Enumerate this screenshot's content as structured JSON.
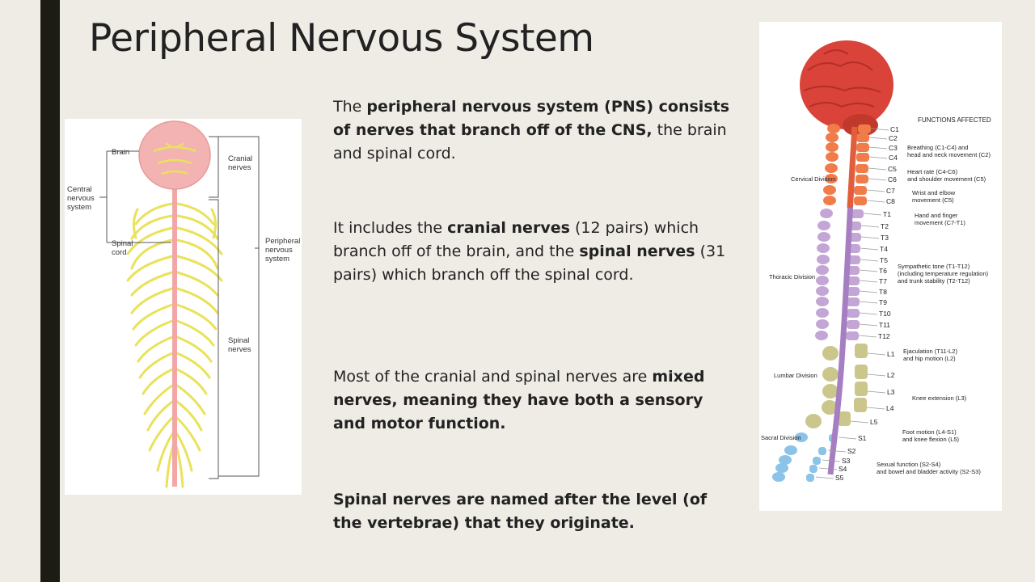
{
  "title": "Peripheral Nervous System",
  "paragraphs": {
    "p1": {
      "a": "The ",
      "b": "peripheral nervous system",
      "c": " (PNS) ",
      "d": "consists of nerves that branch off of the CNS,",
      "e": " the brain and spinal cord."
    },
    "p2": {
      "a": "It includes the ",
      "b": "cranial nerves",
      "c": " (12 pairs) which branch off of the brain, and the ",
      "d": "spinal nerves",
      "e": " (31 pairs) which branch off the spinal cord."
    },
    "p3": {
      "a": "Most of the cranial and spinal nerves are ",
      "b": "mixed nerves, meaning they have both a sensory and motor function."
    },
    "p4": {
      "a": "Spinal nerves are named after the level (of the vertebrae) that they originate."
    }
  },
  "left_diagram": {
    "labels": {
      "brain": "Brain",
      "central_1": "Central",
      "central_2": "nervous",
      "central_3": "system",
      "spinal_cord_1": "Spinal",
      "spinal_cord_2": "cord",
      "cranial_1": "Cranial",
      "cranial_2": "nerves",
      "peripheral_1": "Peripheral",
      "peripheral_2": "nervous",
      "peripheral_3": "system",
      "spinal_nerves_1": "Spinal",
      "spinal_nerves_2": "nerves"
    }
  },
  "right_diagram": {
    "header": "FUNCTIONS AFFECTED",
    "divisions": {
      "cervical": "Cervical Division",
      "thoracic": "Thoracic Division",
      "lumbar": "Lumbar Division",
      "sacral": "Sacral Division"
    },
    "levels": [
      "C1",
      "C2",
      "C3",
      "C4",
      "C5",
      "C6",
      "C7",
      "C8",
      "T1",
      "T2",
      "T3",
      "T4",
      "T5",
      "T6",
      "T7",
      "T8",
      "T9",
      "T10",
      "T11",
      "T12",
      "L1",
      "L2",
      "L3",
      "L4",
      "L5",
      "S1",
      "S2",
      "S3",
      "S4",
      "S5"
    ],
    "functions": {
      "f1a": "Breathing (C1-C4) and",
      "f1b": "head and neck movement (C2)",
      "f2a": "Heart rate (C4-C6)",
      "f2b": "and shoulder movement (C5)",
      "f3a": "Wrist and elbow",
      "f3b": "movement (C5)",
      "f4a": "Hand and finger",
      "f4b": "movement (C7-T1)",
      "f5a": "Sympathetic tone (T1-T12)",
      "f5b": "(including temperature regulation)",
      "f5c": "and trunk stability (T2-T12)",
      "f6a": "Ejaculation (T11-L2)",
      "f6b": "and hip motion (L2)",
      "f7a": "Knee extension (L3)",
      "f8a": "Foot motion (L4-S1)",
      "f8b": "and knee flexion (L5)",
      "f9a": "Sexual function (S2-S4)",
      "f9b": "and bowel and bladder activity (S2-S3)"
    }
  },
  "colors": {
    "accent_bar": "#1c1c15",
    "background": "#efece6",
    "nerve_yellow": "#e9e25a",
    "brain_pink": "#f2a6a6",
    "brain_red": "#d9433a",
    "cervical": "#f07c4a",
    "thoracic": "#c3a6d6",
    "lumbar": "#cbc78c",
    "sacral": "#8cc3e8"
  }
}
